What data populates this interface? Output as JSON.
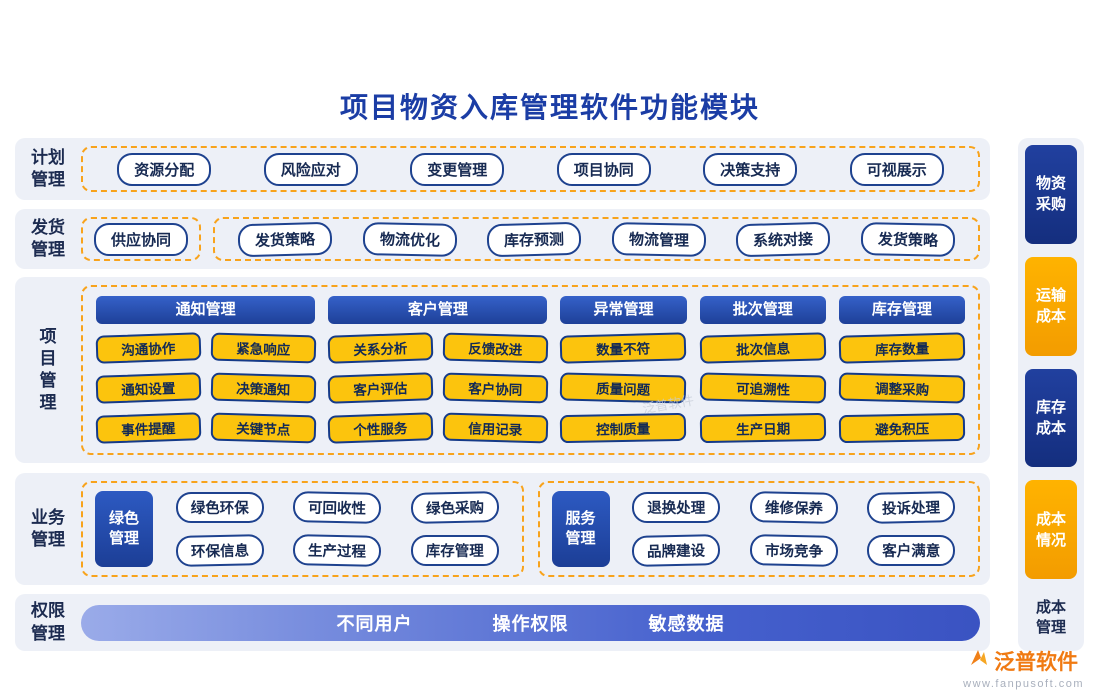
{
  "title": "项目物资入库管理软件功能模块",
  "plan": {
    "label": "计划管理",
    "items": [
      "资源分配",
      "风险应对",
      "变更管理",
      "项目协同",
      "决策支持",
      "可视展示"
    ]
  },
  "ship": {
    "label": "发货管理",
    "solo": "供应协同",
    "items": [
      "发货策略",
      "物流优化",
      "库存预测",
      "物流管理",
      "系统对接",
      "发货策略"
    ]
  },
  "project": {
    "label": "项目管理",
    "cols": [
      {
        "header": "通知管理",
        "items": [
          "沟通协作",
          "紧急响应",
          "通知设置",
          "决策通知",
          "事件提醒",
          "关键节点"
        ]
      },
      {
        "header": "客户管理",
        "items": [
          "关系分析",
          "反馈改进",
          "客户评估",
          "客户协同",
          "个性服务",
          "信用记录"
        ]
      },
      {
        "header": "异常管理",
        "items": [
          "数量不符",
          "质量问题",
          "控制质量"
        ]
      },
      {
        "header": "批次管理",
        "items": [
          "批次信息",
          "可追溯性",
          "生产日期"
        ]
      },
      {
        "header": "库存管理",
        "items": [
          "库存数量",
          "调整采购",
          "避免积压"
        ]
      }
    ]
  },
  "business": {
    "label": "业务管理",
    "groups": [
      {
        "header": "绿色管理",
        "items": [
          "绿色环保",
          "可回收性",
          "绿色采购",
          "环保信息",
          "生产过程",
          "库存管理"
        ]
      },
      {
        "header": "服务管理",
        "items": [
          "退换处理",
          "维修保养",
          "投诉处理",
          "品牌建设",
          "市场竞争",
          "客户满意"
        ]
      }
    ]
  },
  "permission": {
    "label": "权限管理",
    "items": [
      "不同用户",
      "操作权限",
      "敏感数据"
    ]
  },
  "sidebar": {
    "items": [
      {
        "label": "物资采购",
        "color": "#1a3490"
      },
      {
        "label": "运输成本",
        "color": "#f8a400"
      },
      {
        "label": "库存成本",
        "color": "#1a3490"
      },
      {
        "label": "成本情况",
        "color": "#f8a400"
      },
      {
        "label": "成本管理",
        "color": "none"
      }
    ]
  },
  "footer": {
    "brand": "泛普软件",
    "url": "www.fanpusoft.com"
  },
  "colors": {
    "title": "#1b3da5",
    "row_bg": "#edf0f7",
    "dashed_border": "#f8a31c",
    "pill_border": "#1e428f",
    "yellow_btn": "#fcc40d",
    "header_blue": "#1e4098",
    "brand_orange": "#f07a12"
  }
}
